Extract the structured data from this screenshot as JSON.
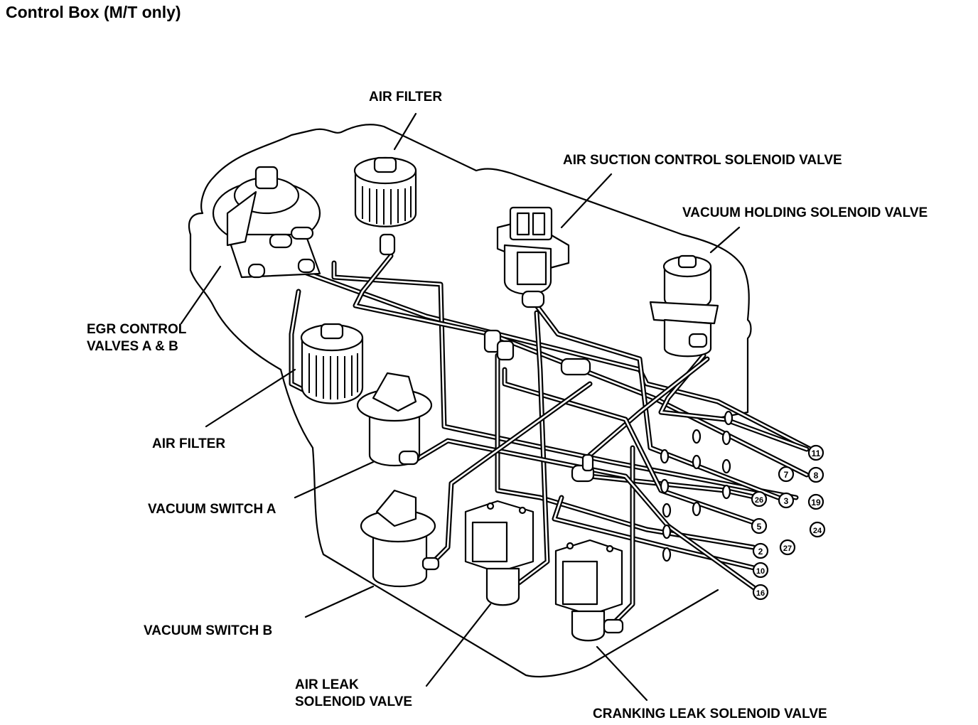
{
  "title": "Control Box (M/T only)",
  "labels": {
    "air_filter_top": "AIR FILTER",
    "air_suction": "AIR SUCTION CONTROL SOLENOID VALVE",
    "vacuum_holding": "VACUUM HOLDING SOLENOID VALVE",
    "egr_control": "EGR CONTROL\nVALVES A & B",
    "air_filter_left": "AIR FILTER",
    "vacuum_switch_a": "VACUUM SWITCH A",
    "vacuum_switch_b": "VACUUM SWITCH B",
    "air_leak": "AIR LEAK\nSOLENOID VALVE",
    "cranking_leak": "CRANKING LEAK SOLENOID VALVE"
  },
  "ports": [
    "11",
    "7",
    "8",
    "26",
    "3",
    "19",
    "5",
    "24",
    "27",
    "2",
    "10",
    "16"
  ]
}
